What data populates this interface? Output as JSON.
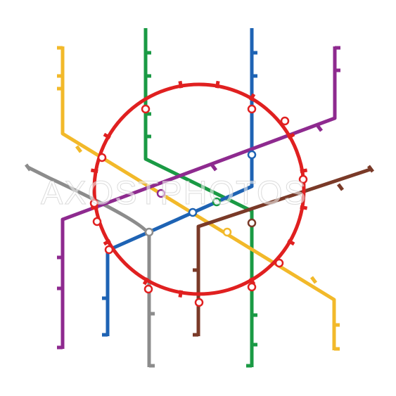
{
  "watermark": "AXOSTPHOTOS",
  "colors": {
    "background": "#ffffff",
    "red": "#e02020",
    "green": "#1a9a44",
    "blue": "#1e63b4",
    "yellow": "#f2b92a",
    "purple": "#8e2a8f",
    "gray": "#8c8c8c",
    "brown": "#7a3a28"
  },
  "lines": [
    {
      "id": "circle-line",
      "color": "red"
    },
    {
      "id": "green-line",
      "color": "green"
    },
    {
      "id": "blue-line",
      "color": "blue"
    },
    {
      "id": "yellow-line",
      "color": "yellow"
    },
    {
      "id": "purple-line",
      "color": "purple"
    },
    {
      "id": "gray-line",
      "color": "gray"
    },
    {
      "id": "brown-line",
      "color": "brown"
    }
  ]
}
